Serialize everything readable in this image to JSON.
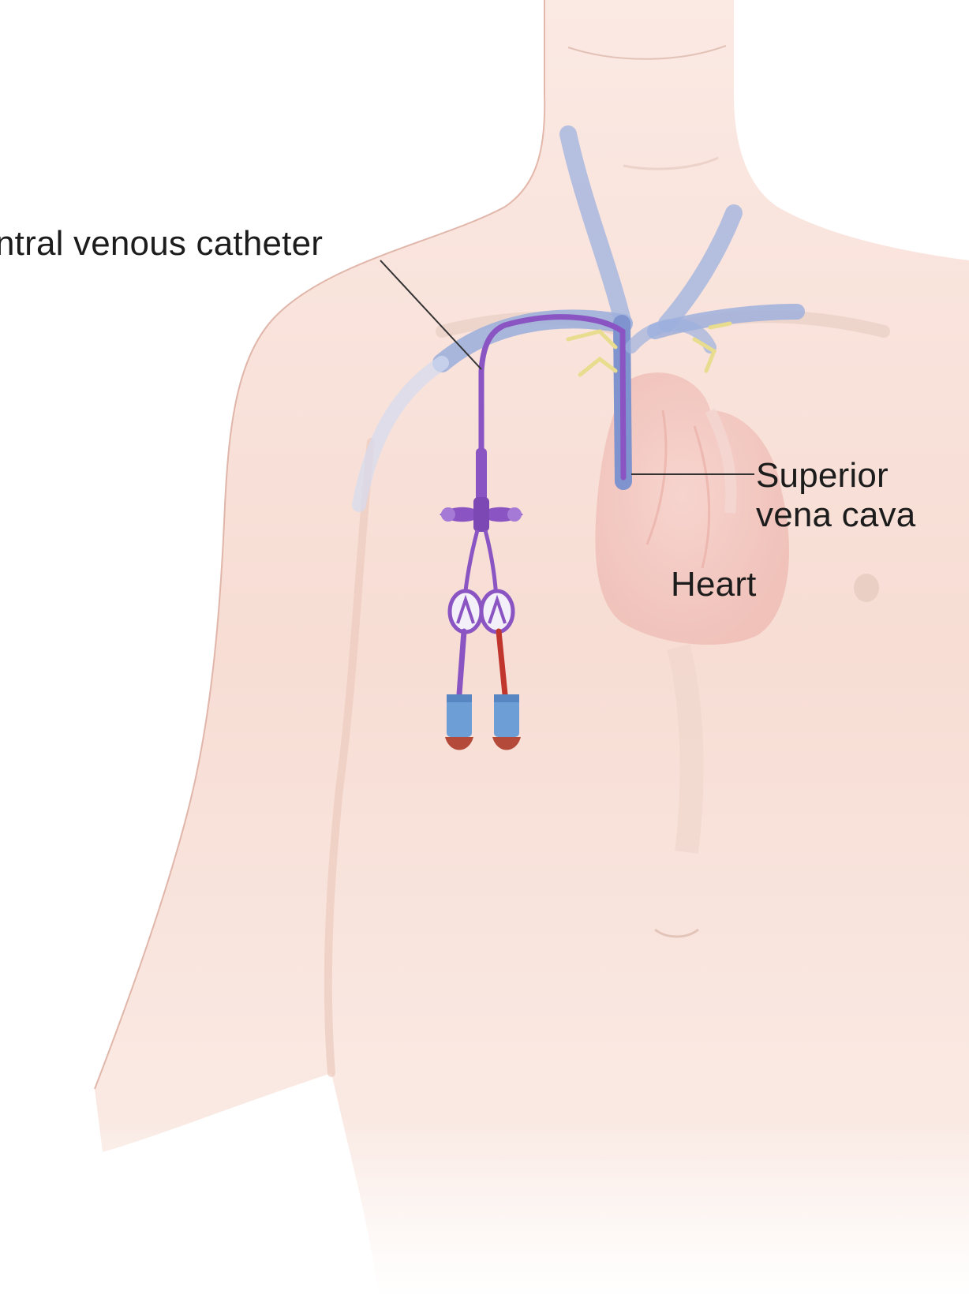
{
  "labels": {
    "catheter": "ntral venous catheter",
    "svc_line1": "Superior",
    "svc_line2": "vena cava",
    "heart": "Heart"
  },
  "colors": {
    "background": "#ffffff",
    "skin": "#f6dcd3",
    "skin_shadow": "#e8bfb2",
    "vein": "#8fa2d6",
    "catheter": "#8a55c2",
    "heart": "#f2c6c0",
    "nerve": "#e6d98a",
    "cap_blue": "#6d9fd6",
    "cap_red": "#c0352c",
    "leader_line": "#333333"
  }
}
